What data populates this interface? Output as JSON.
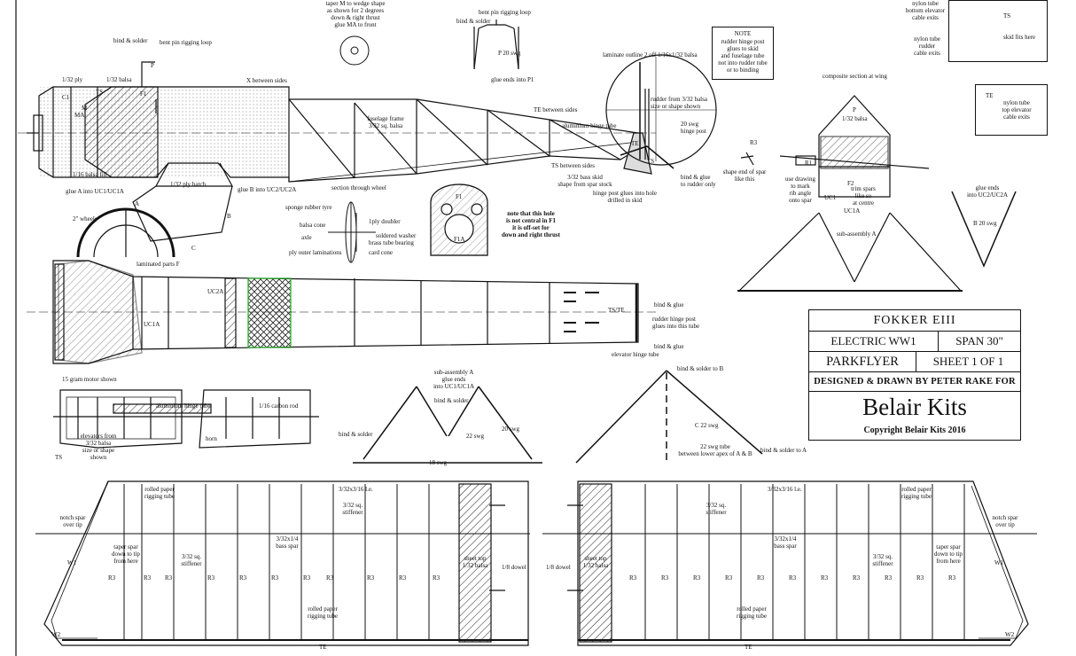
{
  "title_block": {
    "model": "FOKKER EIII",
    "type": "ELECTRIC WW1",
    "span": "SPAN 30\"",
    "category": "PARKFLYER",
    "sheet": "SHEET 1 OF 1",
    "designer": "DESIGNED & DRAWN BY PETER RAKE FOR",
    "brand": "Belair Kits",
    "copyright": "Copyright Belair Kits 2016"
  },
  "note_box": {
    "heading": "NOTE",
    "text": "rudder hinge post\nglues to skid\nand fuselage tube\nnot into rudder tube\nor to binding"
  },
  "side_view": {
    "top_wedge": "taper M to wedge shape\nas shown for 2 degrees\ndown & right thrust\nglue MA to front",
    "bind_solder": "bind & solder",
    "bent_pin": "bent pin rigging loop",
    "p_label": "P",
    "i32_ply": "1/32 ply",
    "i32_balsa": "1/32 balsa",
    "x_between": "X between sides",
    "fuse_frame": "fuselage frame\n3/32 sq. balsa",
    "te_between": "TE between sides",
    "alu_hinge": "aluminium hinge tube",
    "ts_between": "TS between sides",
    "spar_skid": "3/32 bass skid\nshape from spar stock",
    "hinge_post_skid": "hinge post glues into hole\ndrilled in skid",
    "fill16": "1/16 balsa fill",
    "ply_hatch": "1/32 ply hatch",
    "glue_a": "glue A into UC1/UC1A",
    "glue_b": "glue B into UC2/UC2A",
    "c1": "C1",
    "m": "M",
    "ma": "MA",
    "f1": "F1",
    "ts": "TS",
    "wheels": "2\" wheels",
    "a": "A",
    "b": "B",
    "c": "C"
  },
  "tail_detail": {
    "laminate": "laminate outline 2 off 1/16x1/32 balsa",
    "rudder_frame": "rudder from 3/32 balsa\nsize or shape shown",
    "hinge_post": "20 swg\nhinge post",
    "bind_glue": "bind & glue\nto rudder only",
    "te": "TE",
    "ts": "TS"
  },
  "p_detail": {
    "top": "bent pin rigging loop",
    "bind": "bind & solder",
    "p": "P 20 swg",
    "ends": "glue ends into P1"
  },
  "wheel_section": {
    "title": "section through wheel",
    "sponge": "sponge rubber tyre",
    "balsa_cone": "balsa cone",
    "axle": "axle",
    "ply_outer": "ply outer laminations",
    "doubler": "1ply doubler",
    "washer": "soldered washer",
    "brass": "brass tube bearing",
    "card": "card cone"
  },
  "f1_note": {
    "text": "note that this hole\nis not central in F1\nit is off-set for\ndown and right thrust",
    "f1": "F1",
    "f1a": "F1A"
  },
  "top_view": {
    "laminated": "laminated parts F",
    "uc2a": "UC2A",
    "uc1a": "UC1A",
    "ts_te": "TS/TE",
    "bind_glue1": "bind & glue",
    "rudder_post": "rudder hinge post\nglues into this tube",
    "bind_glue2": "bind & glue",
    "elev_tube": "elevator hinge tube",
    "motor": "15 gram motor shown"
  },
  "elevator": {
    "alu_tube": "aluminium hinge tube",
    "carbon": "1/16 carbon rod",
    "elev_from": "elevators from\n3/32 balsa\nsize or shape\nshown",
    "horn": "horn",
    "ts": "TS"
  },
  "composite": {
    "title": "composite section at wing",
    "p": "P",
    "balsa": "1/32 balsa",
    "r3": "R3",
    "f2": "F2",
    "shape_end": "shape end of spar\nlike this",
    "use_drawing": "use drawing\nto mark\nrib angle\nonto spar",
    "trim_spars": "trim spars\nlike so\nat centre",
    "uc1": "UC1",
    "uc1a": "UC1A",
    "subassy": "sub-assembly A",
    "r1": "R1"
  },
  "uc_front": {
    "subassy": "sub-assembly A\nglue ends\ninto UC1/UC1A",
    "bind1": "bind & solder",
    "bind2": "bind & solder",
    "swg1": "22 swg",
    "swg2": "20 swg",
    "swg18": "18 swg"
  },
  "uc_c": {
    "top": "bind & solder to B",
    "c22": "C 22 swg",
    "tube": "22 swg tube\nbetween lower apex of A & B",
    "bottom": "bind & solder to A"
  },
  "b_wire": {
    "glue": "glue ends\ninto UC2/UC2A",
    "b": "B 20 swg"
  },
  "ts_box": {
    "nylon1": "nylon tube\nbottom elevator\ncable exits",
    "ts": "TS",
    "nylon2": "nylon tube\nrudder\ncable exits",
    "skid": "skid fits here"
  },
  "te_box": {
    "te": "TE",
    "nylon": "nylon tube\ntop elevator\ncable exits"
  },
  "wings": {
    "left": {
      "notch": "notch spar\nover tip",
      "taper": "taper spar\ndown to tip\nfrom here",
      "rolled_top": "rolled paper\nrigging tube",
      "lead": "3/32x3/16 l.e.",
      "stiffener1": "3/32 sq.\nstiffener",
      "stiffener2": "3/32 sq.\nstiffener",
      "spar": "3/32x1/4\nbass spar",
      "rolled_bot": "rolled paper\nrigging tube",
      "dowel": "1/8 dowel",
      "sheet": "sheet top\n1/32 balsa",
      "w1": "W1",
      "w2": "W2",
      "te": "TE",
      "ribs": [
        "R3",
        "R3",
        "R3",
        "R3",
        "R3",
        "R3",
        "R3",
        "R3",
        "R3",
        "R3",
        "R3"
      ]
    },
    "right": {
      "notch": "notch spar\nover tip",
      "taper": "taper spar\ndown to tip\nfrom here",
      "rolled_top": "rolled paper\nrigging tube",
      "lead": "3/32x3/16 l.e.",
      "stiffener1": "3/32 sq.\nstiffener",
      "stiffener2": "3/32 sq.\nstiffener",
      "spar": "3/32x1/4\nbass spar",
      "rolled_bot": "rolled paper\nrigging tube",
      "dowel": "1/8 dowel",
      "sheet": "sheet top\n1/32 balsa",
      "w1": "W1",
      "w2": "W2",
      "te": "TE",
      "ribs": [
        "R3",
        "R3",
        "R3",
        "R3",
        "R3",
        "R3",
        "R3",
        "R3",
        "R3",
        "R3",
        "R3"
      ]
    }
  }
}
